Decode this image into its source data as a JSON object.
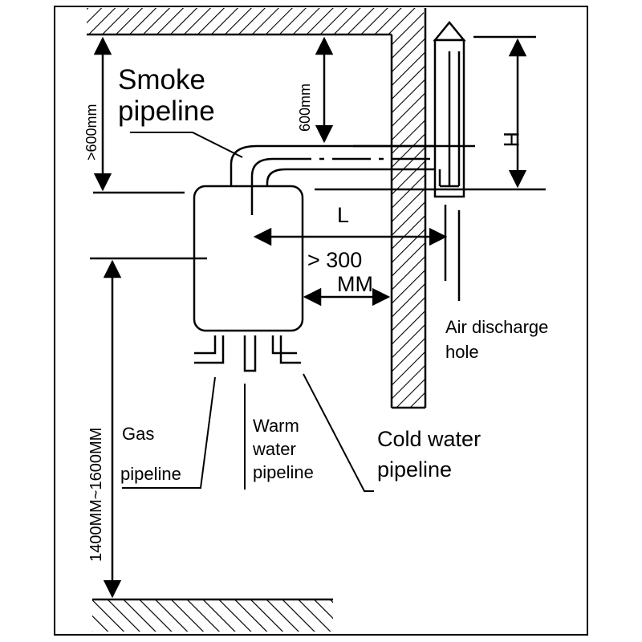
{
  "labels": {
    "smoke_line1": "Smoke",
    "smoke_line2": "pipeline",
    "gas_line1": "Gas",
    "gas_line2": "pipeline",
    "warm_line1": "Warm",
    "warm_line2": "water",
    "warm_line3": "pipeline",
    "cold_line1": "Cold water",
    "cold_line2": "pipeline",
    "air_line1": "Air discharge",
    "air_line2": "hole"
  },
  "dimensions": {
    "top_clearance": ">600mm",
    "pipe_offset": "600mm",
    "height": "H",
    "length": "L",
    "side_clearance_line1": "> 300",
    "side_clearance_line2": "MM",
    "mount_height": "1400MM~1600MM"
  }
}
